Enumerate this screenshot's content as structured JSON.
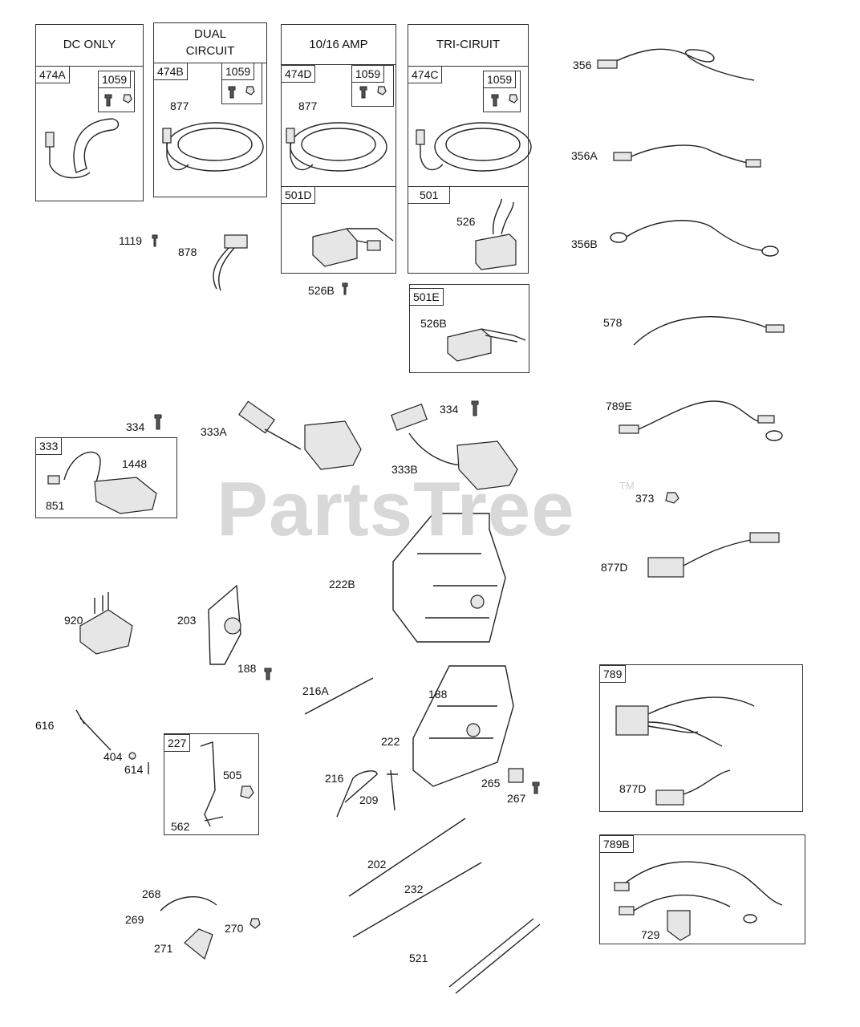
{
  "watermark": {
    "text": "PartsTree",
    "tm": "TM"
  },
  "boxes": {
    "dc_only": {
      "header": "DC ONLY",
      "tag": "474A",
      "hw": "1059"
    },
    "dual": {
      "header_line1": "DUAL",
      "header_line2": "CIRCUIT",
      "tag": "474B",
      "hw": "1059",
      "part": "877"
    },
    "amp": {
      "header": "10/16 AMP",
      "tag": "474D",
      "hw": "1059",
      "part": "877",
      "lower_tag": "501D"
    },
    "tri": {
      "header": "TRI-CIRUIT",
      "tag": "474C",
      "hw": "1059",
      "lower_tag": "501",
      "part": "526"
    },
    "b501e": {
      "tag": "501E",
      "part": "526B"
    },
    "b333": {
      "tag": "333",
      "p1448": "1448",
      "p851": "851"
    },
    "b227": {
      "tag": "227",
      "p505": "505",
      "p562": "562"
    },
    "b789": {
      "tag": "789",
      "p877d": "877D"
    },
    "b789b": {
      "tag": "789B",
      "p729": "729"
    }
  },
  "labels": {
    "p1119": "1119",
    "p878": "878",
    "p526b": "526B",
    "p356": "356",
    "p356a": "356A",
    "p356b": "356B",
    "p578": "578",
    "p789e": "789E",
    "p373": "373",
    "p877d": "877D",
    "p334a": "334",
    "p333a": "333A",
    "p334b": "334",
    "p333b": "333B",
    "p222b": "222B",
    "p920": "920",
    "p203": "203",
    "p188a": "188",
    "p216a": "216A",
    "p188b": "188",
    "p222": "222",
    "p616": "616",
    "p404": "404",
    "p614": "614",
    "p216": "216",
    "p209": "209",
    "p265": "265",
    "p267": "267",
    "p202": "202",
    "p232": "232",
    "p268": "268",
    "p269": "269",
    "p270": "270",
    "p271": "271",
    "p521": "521"
  }
}
